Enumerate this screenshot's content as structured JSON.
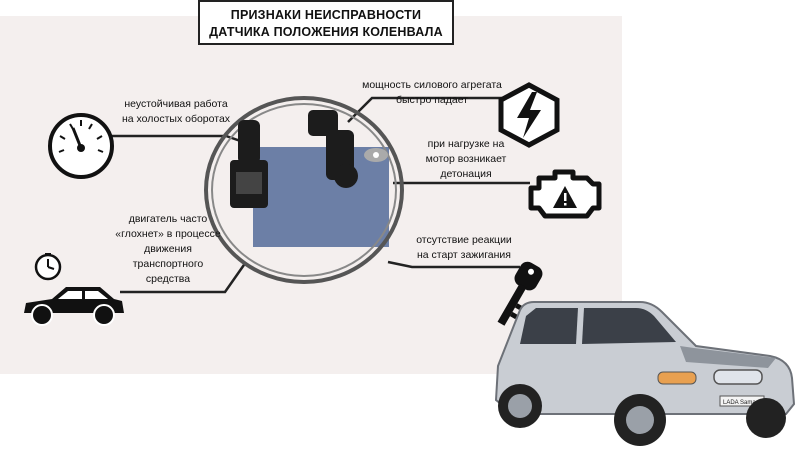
{
  "title": {
    "line1": "ПРИЗНАКИ НЕИСПРАВНОСТИ",
    "line2": "ДАТЧИКА ПОЛОЖЕНИЯ КОЛЕНВАЛА"
  },
  "symptoms": {
    "idle": {
      "line1": "неустойчивая работа",
      "line2": "на холостых оборотах"
    },
    "power": {
      "line1": "мощность силового агрегата",
      "line2": "быстро падает"
    },
    "detonation": {
      "line1": "при нагрузке на",
      "line2": "мотор возникает",
      "line3": "детонация"
    },
    "stall": {
      "line1": "двигатель часто",
      "line2": "«глохнет» в процессе",
      "line3": "движения",
      "line4": "транспортного",
      "line5": "средства"
    },
    "ignition": {
      "line1": "отсутствие реакции",
      "line2": "на старт зажигания"
    }
  },
  "car_badge": "LADA Samara",
  "icons": [
    "gauge-icon",
    "clock-icon",
    "car-icon",
    "power-drop-icon",
    "check-engine-icon",
    "key-icon"
  ],
  "colors": {
    "panel": "#f4efee",
    "accent_photo": "#6c7fa6",
    "line": "#222222"
  }
}
